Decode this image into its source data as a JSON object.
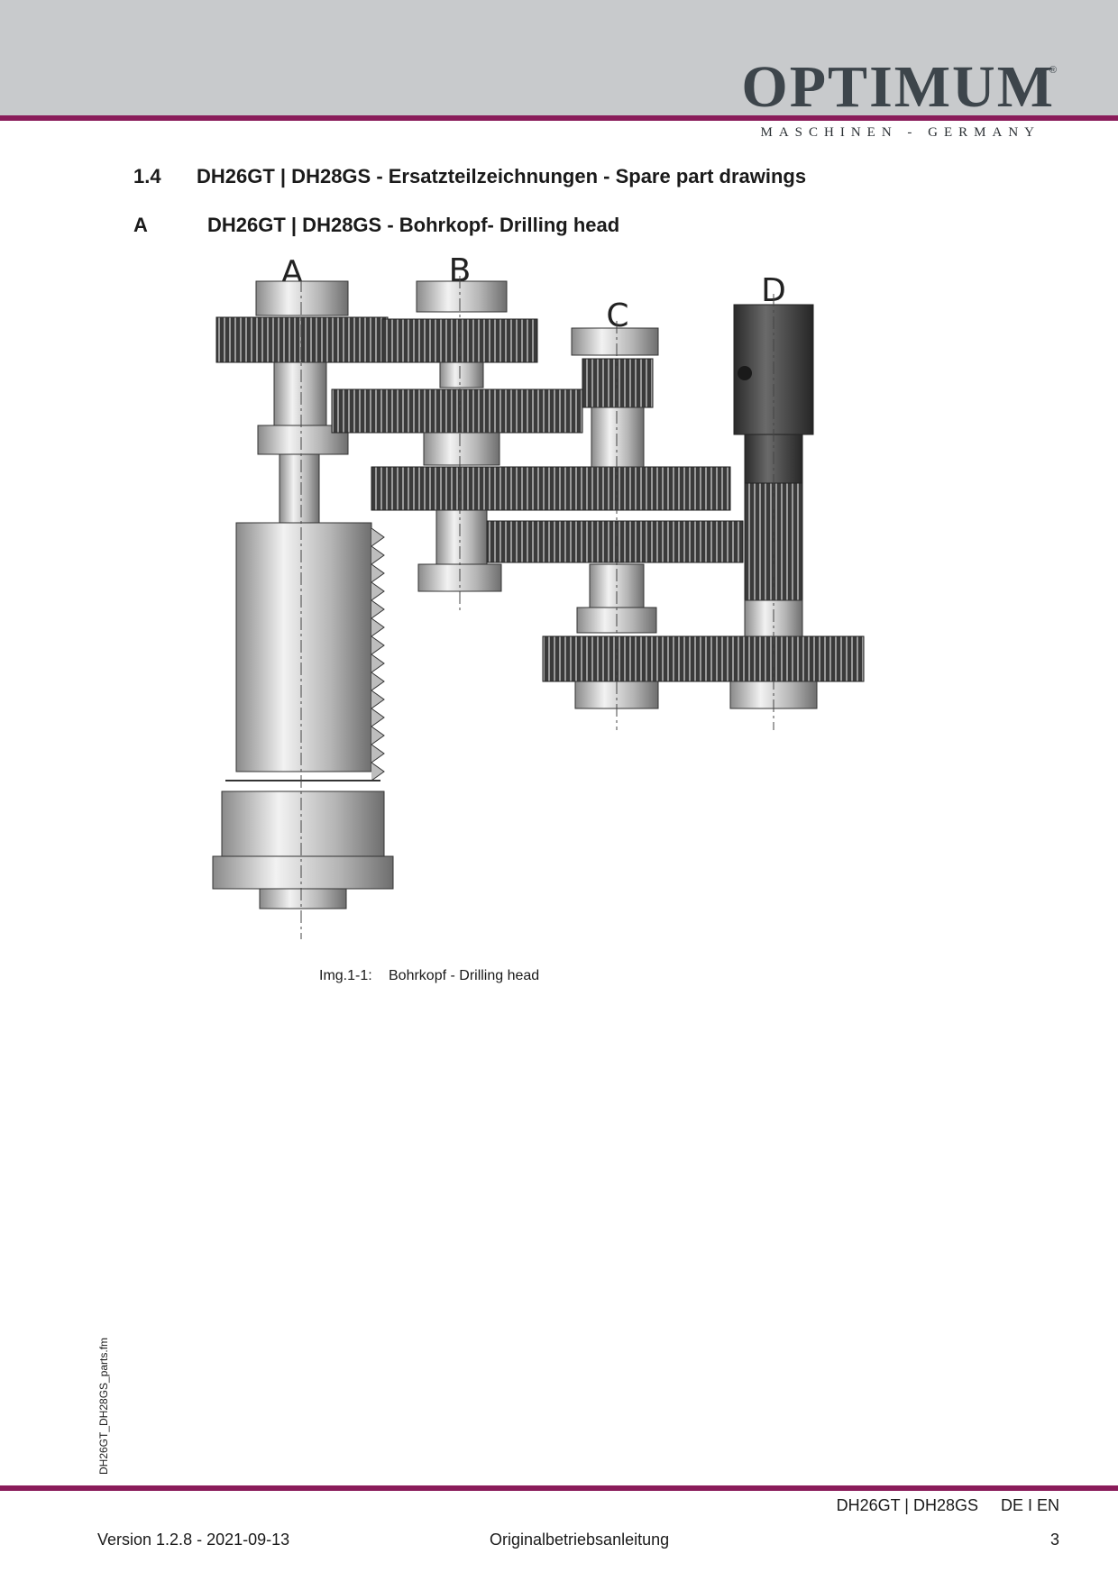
{
  "header": {
    "brand": "OPTIMUM",
    "registered": "®",
    "tagline": "MASCHINEN - GERMANY",
    "accent_color": "#8a1c5a",
    "band_color": "#c8cacc"
  },
  "section": {
    "number": "1.4",
    "title": "DH26GT | DH28GS - Ersatzteilzeichnungen - Spare part drawings"
  },
  "subsection": {
    "number": "A",
    "title": "DH26GT | DH28GS - Bohrkopf- Drilling head"
  },
  "drawing": {
    "shaft_labels": [
      "A",
      "B",
      "C",
      "D"
    ]
  },
  "caption": {
    "label": "Img.1-1:",
    "text": "Bohrkopf - Drilling head"
  },
  "side_note": "DH26GT_DH28GS_parts.fm",
  "footer": {
    "model": "DH26GT | DH28GS",
    "languages": "DE I EN",
    "version": "Version 1.2.8 - 2021-09-13",
    "document": "Originalbetriebsanleitung",
    "page": "3"
  }
}
